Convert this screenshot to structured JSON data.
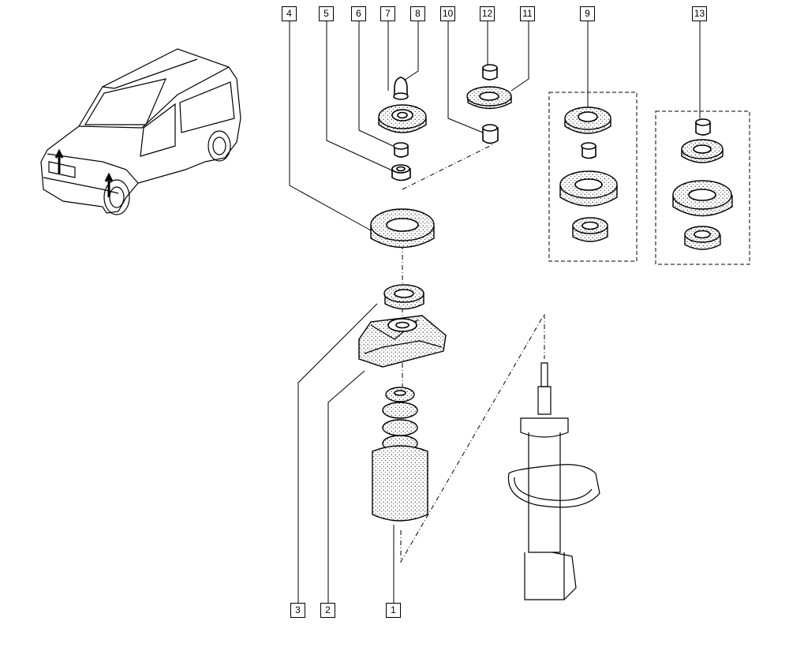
{
  "callouts": [
    {
      "id": "1",
      "text": "1"
    },
    {
      "id": "2",
      "text": "2"
    },
    {
      "id": "3",
      "text": "3"
    },
    {
      "id": "4",
      "text": "4"
    },
    {
      "id": "5",
      "text": "5"
    },
    {
      "id": "6",
      "text": "6"
    },
    {
      "id": "7",
      "text": "7"
    },
    {
      "id": "8",
      "text": "8"
    },
    {
      "id": "9",
      "text": "9"
    },
    {
      "id": "10",
      "text": "10"
    },
    {
      "id": "11",
      "text": "11"
    },
    {
      "id": "12",
      "text": "12"
    },
    {
      "id": "13",
      "text": "13"
    }
  ],
  "vehicle_icon": "van-icon",
  "line_color": "#000000",
  "background_color": "#ffffff"
}
